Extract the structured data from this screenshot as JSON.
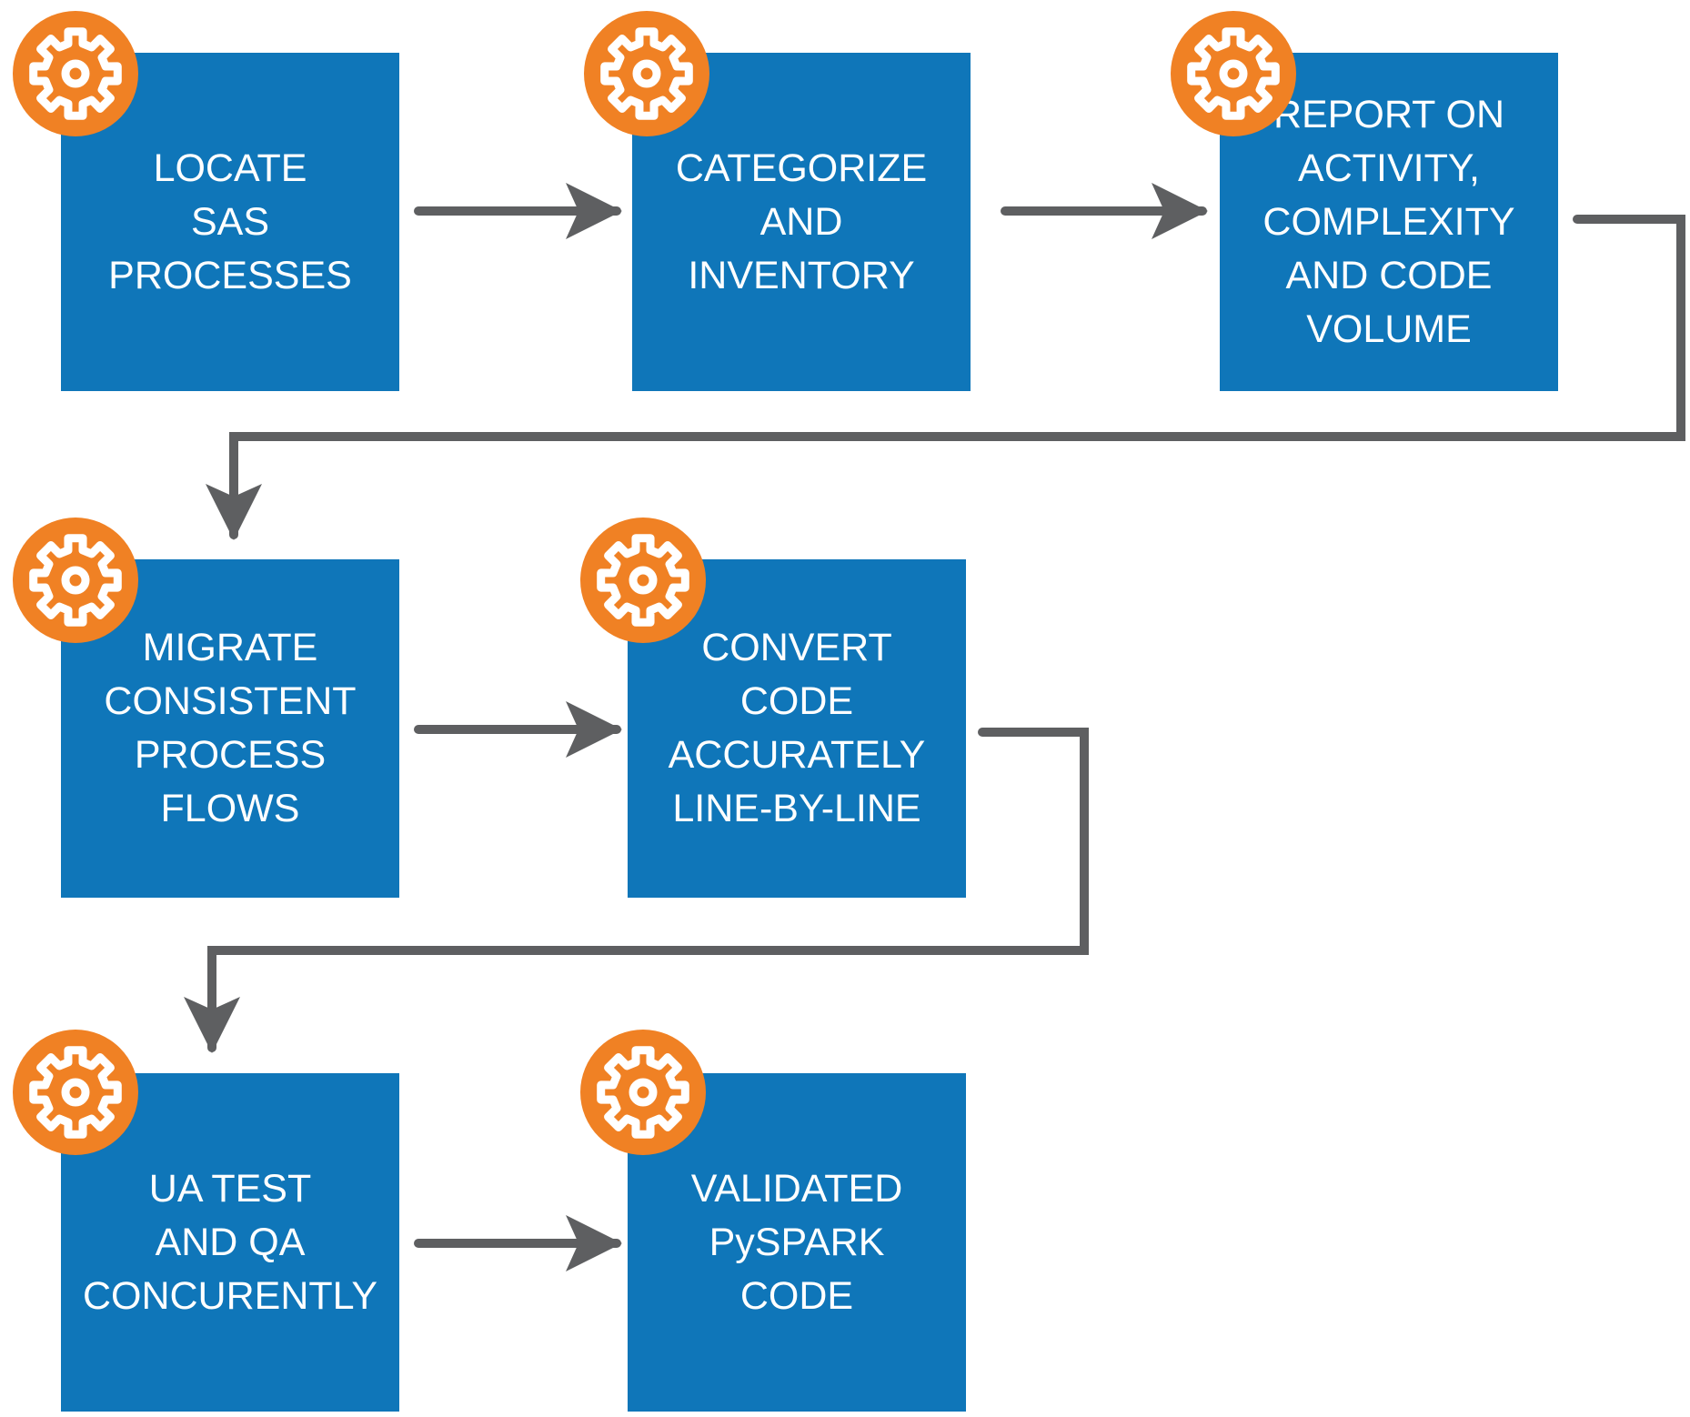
{
  "colors": {
    "box": "#0f76b9",
    "badge": "#f08124",
    "gear": "#ffffff",
    "arrow": "#5e5f61"
  },
  "icon": "gear-icon",
  "steps": [
    {
      "label": "LOCATE\nSAS\nPROCESSES"
    },
    {
      "label": "CATEGORIZE\nAND\nINVENTORY"
    },
    {
      "label": "REPORT ON\nACTIVITY,\nCOMPLEXITY\nAND CODE\nVOLUME"
    },
    {
      "label": "MIGRATE\nCONSISTENT\nPROCESS\nFLOWS"
    },
    {
      "label": "CONVERT\nCODE\nACCURATELY\nLINE-BY-LINE"
    },
    {
      "label": "UA TEST\nAND QA\nCONCURENTLY"
    },
    {
      "label": "VALIDATED\nPySPARK\nCODE"
    }
  ]
}
